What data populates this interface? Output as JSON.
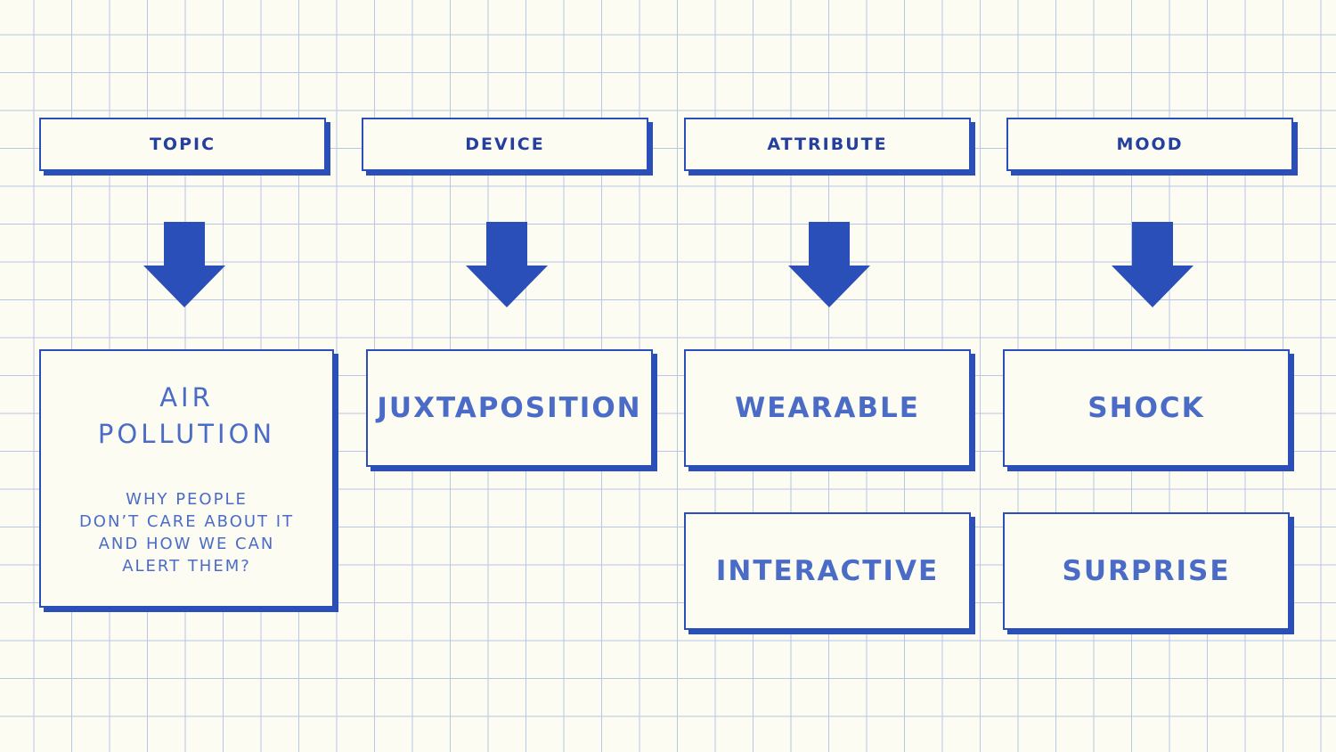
{
  "colors": {
    "background": "#fdfcf3",
    "grid": "#b9c6e6",
    "accent": "#2a4fb8",
    "text": "#4a6cc6"
  },
  "headers": {
    "topic": "TOPIC",
    "device": "DEVICE",
    "attribute": "ATTRIBUTE",
    "mood": "MOOD"
  },
  "topic": {
    "title": "AIR\nPOLLUTION",
    "subtitle": "WHY PEOPLE\nDON’T CARE ABOUT IT\nAND HOW WE CAN\nALERT THEM?"
  },
  "device": {
    "items": [
      "JUXTAPOSITION"
    ]
  },
  "attribute": {
    "items": [
      "WEARABLE",
      "INTERACTIVE"
    ]
  },
  "mood": {
    "items": [
      "SHOCK",
      "SURPRISE"
    ]
  },
  "icons": [
    "down-arrow-icon",
    "down-arrow-icon",
    "down-arrow-icon",
    "down-arrow-icon"
  ]
}
